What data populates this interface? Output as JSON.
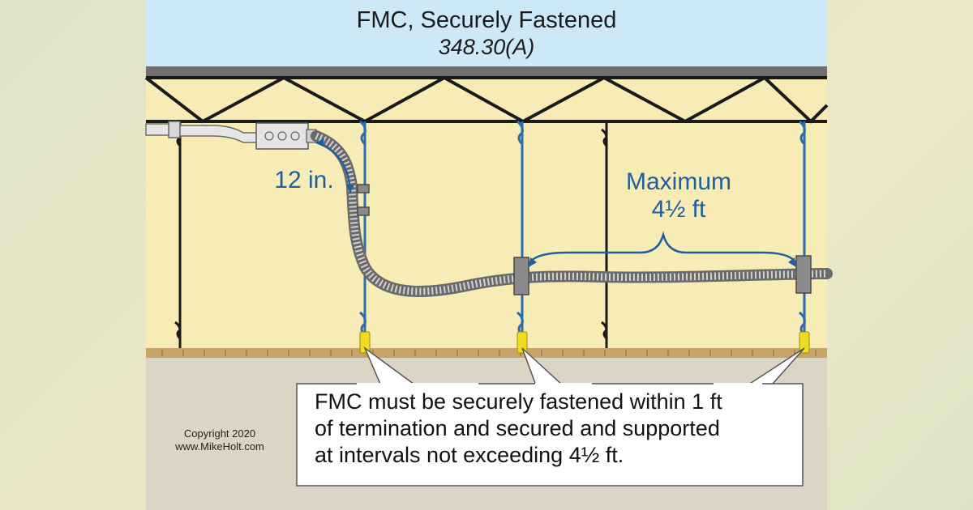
{
  "header": {
    "title": "FMC, Securely Fastened",
    "subtitle": "348.30(A)"
  },
  "labels": {
    "termination_distance": "12 in.",
    "max_spacing_line1": "Maximum",
    "max_spacing_line2": "4½ ft"
  },
  "callout": {
    "lines": [
      "FMC must be securely fastened within 1 ft",
      "of termination and secured and supported",
      "at intervals not exceeding 4½ ft."
    ]
  },
  "copyright": {
    "line1": "Copyright 2020",
    "line2": "www.MikeHolt.com"
  },
  "colors": {
    "sky": "#cde8f7",
    "wall": "#f7ecb5",
    "floor": "#dcd5c5",
    "accent_blue": "#1f5f9e",
    "hanger_blue": "#2a6db0",
    "clip_yellow": "#f0dc1f",
    "truss": "#1a1a1a"
  }
}
